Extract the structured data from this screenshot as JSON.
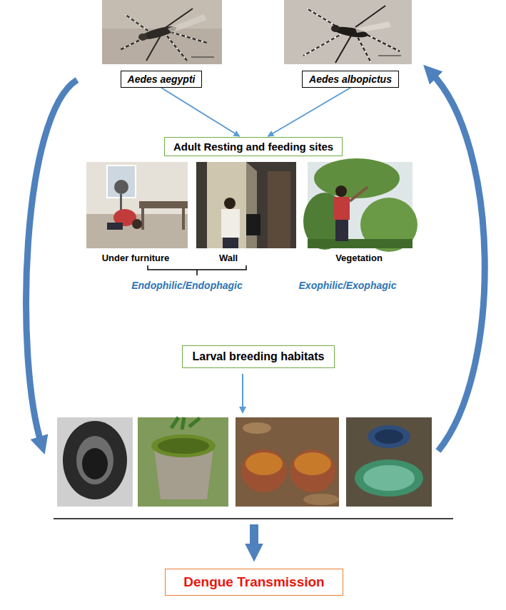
{
  "diagram": {
    "nodes": [
      {
        "text": [
          "Aedes aegypti"
        ]
      },
      {
        "text": [
          "Aedes albopictus"
        ]
      },
      {
        "text": [
          "Adult Resting and feeding sites"
        ]
      },
      {
        "text": [
          "Larval breeding habitats"
        ]
      },
      {
        "text": [
          "Dengue Transmission"
        ]
      }
    ],
    "edges": [
      {
        "from": 0,
        "to": 2,
        "arrow": "to"
      },
      {
        "from": 1,
        "to": 2,
        "arrow": "to"
      }
    ],
    "labels": [
      "Under furniture",
      "Wall",
      "Vegetation",
      "Endophilic/Endophagic",
      "Exophilic/Exophagic"
    ]
  }
}
